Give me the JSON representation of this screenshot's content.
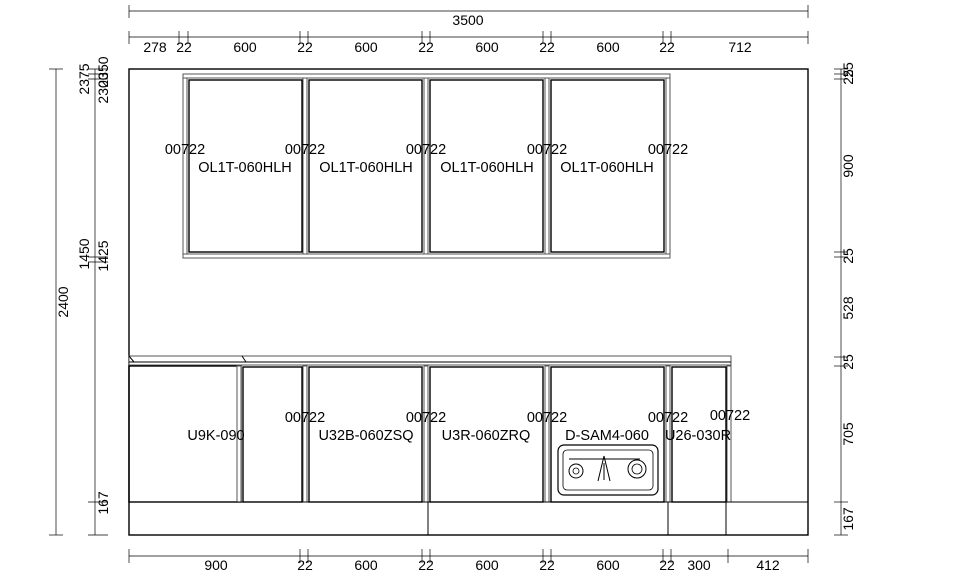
{
  "top_dims": {
    "total": "3500",
    "segments": [
      "278",
      "22",
      "600",
      "22",
      "600",
      "22",
      "600",
      "22",
      "600",
      "22",
      "712"
    ]
  },
  "bottom_dims": {
    "segments": [
      "900",
      "22",
      "600",
      "22",
      "600",
      "22",
      "600",
      "22",
      "300",
      "412"
    ]
  },
  "left_dims": {
    "total": "2400",
    "levels": [
      "2375",
      "2350",
      "2300",
      "1450",
      "1425",
      "167"
    ]
  },
  "right_dims": {
    "segments": [
      "25",
      "25",
      "900",
      "25",
      "528",
      "25",
      "705",
      "167"
    ]
  },
  "wall_cabinets": [
    {
      "code": "OL1T-060HLH",
      "panel_code": "00722"
    },
    {
      "code": "OL1T-060HLH",
      "panel_code": "00722"
    },
    {
      "code": "OL1T-060HLH",
      "panel_code": "00722"
    },
    {
      "code": "OL1T-060HLH",
      "panel_code": "00722"
    }
  ],
  "wall_end_panel_code": "00722",
  "base_cabinets": [
    {
      "code": "U9K-090"
    },
    {
      "code": "U32B-060ZSQ",
      "panel_code": "00722"
    },
    {
      "code": "U3R-060ZRQ",
      "panel_code": "00722"
    },
    {
      "code": "D-SAM4-060",
      "panel_code": "00722"
    },
    {
      "code": "U26-030R",
      "panel_code": "00722"
    }
  ],
  "base_end_panel_code": "00722"
}
